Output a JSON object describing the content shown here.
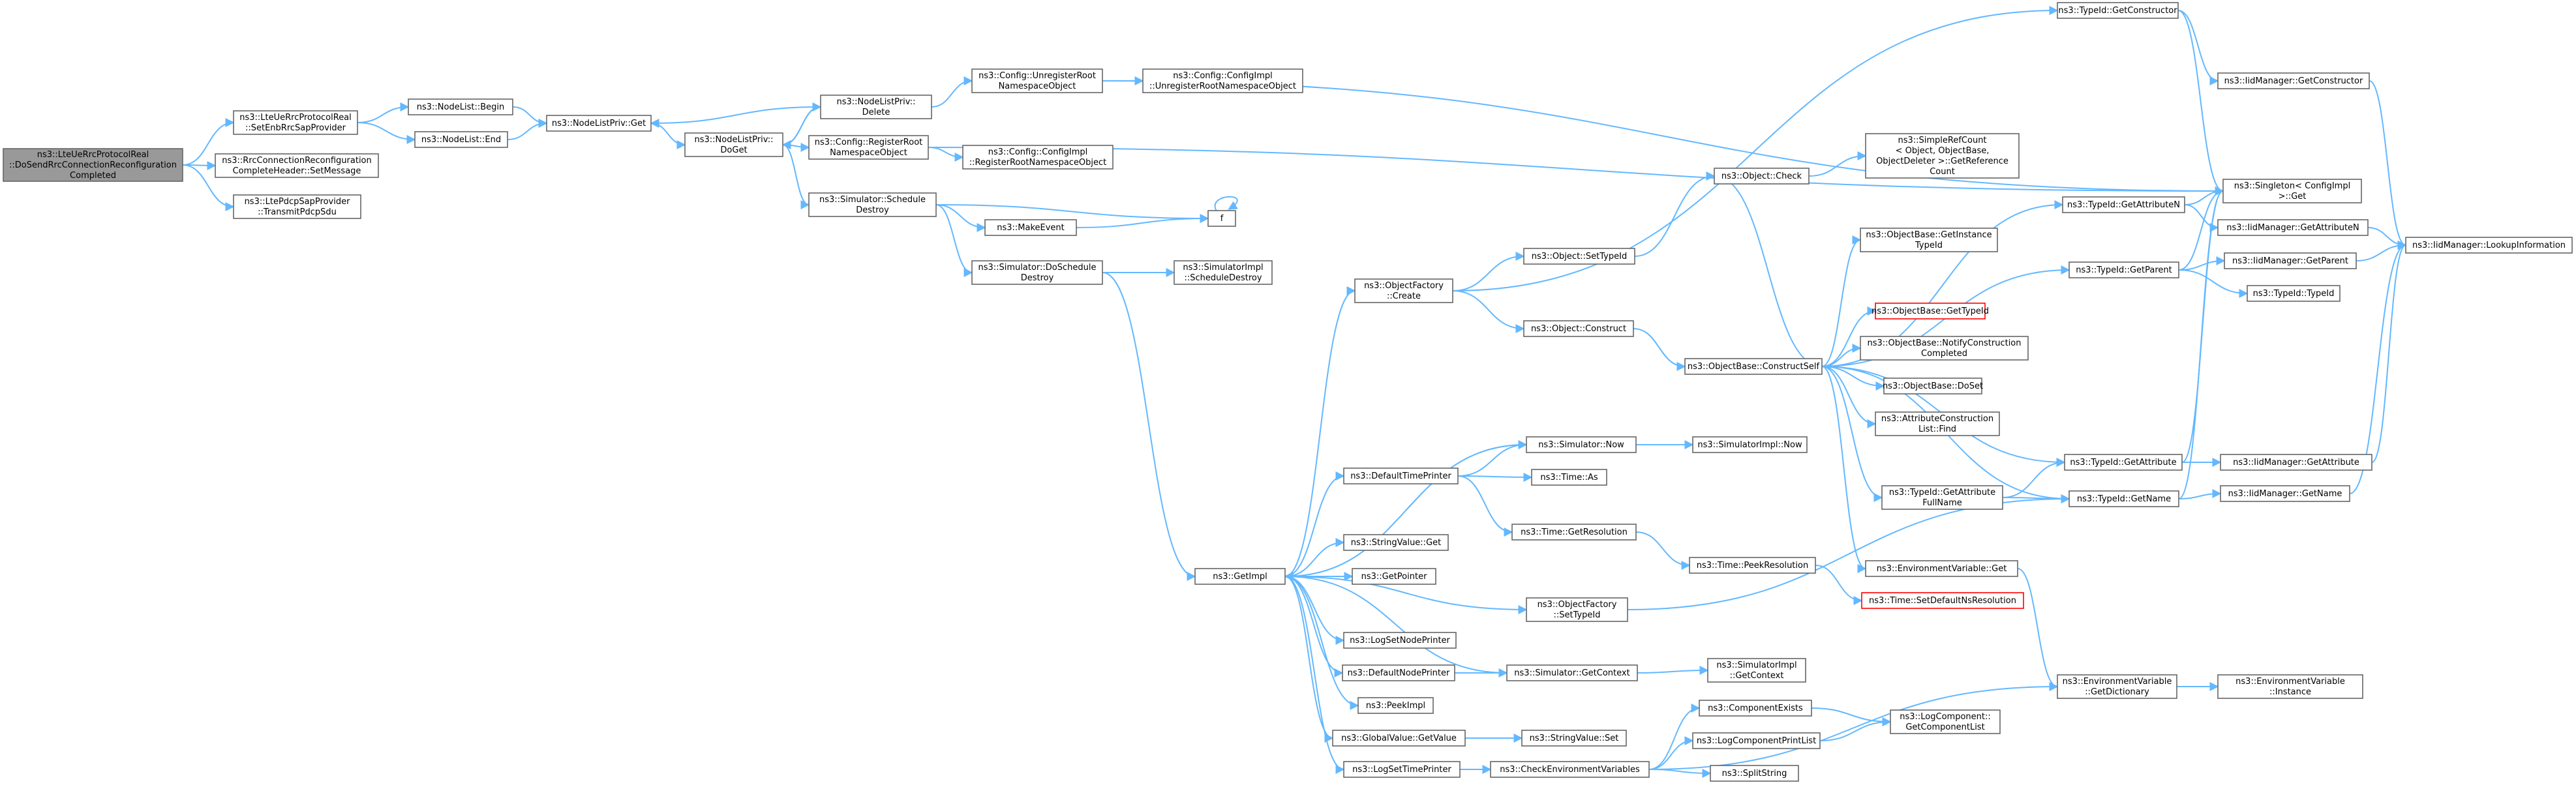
{
  "colors": {
    "edge": "#63b8ff",
    "root_fill": "#999999",
    "node_border": "#666666",
    "error_border": "#ff0000"
  },
  "nodes": [
    {
      "id": "root",
      "lines": [
        "ns3::LteUeRrcProtocolReal",
        "::DoSendRrcConnectionReconfiguration",
        "Completed"
      ],
      "style": "root"
    },
    {
      "id": "setEnb",
      "lines": [
        "ns3::LteUeRrcProtocolReal",
        "::SetEnbRrcSapProvider"
      ]
    },
    {
      "id": "rrcSetMsg",
      "lines": [
        "ns3::RrcConnectionReconfiguration",
        "CompleteHeader::SetMessage"
      ]
    },
    {
      "id": "transmitPdcp",
      "lines": [
        "ns3::LtePdcpSapProvider",
        "::TransmitPdcpSdu"
      ]
    },
    {
      "id": "nlBegin",
      "lines": [
        "ns3::NodeList::Begin"
      ]
    },
    {
      "id": "nlEnd",
      "lines": [
        "ns3::NodeList::End"
      ]
    },
    {
      "id": "nlpGet",
      "lines": [
        "ns3::NodeListPriv::Get"
      ]
    },
    {
      "id": "nlpDelete",
      "lines": [
        "ns3::NodeListPriv::",
        "Delete"
      ]
    },
    {
      "id": "nlpDoGet",
      "lines": [
        "ns3::NodeListPriv::",
        "DoGet"
      ]
    },
    {
      "id": "cfgUnreg",
      "lines": [
        "ns3::Config::UnregisterRoot",
        "NamespaceObject"
      ]
    },
    {
      "id": "cfgImplUnreg",
      "lines": [
        "ns3::Config::ConfigImpl",
        "::UnregisterRootNamespaceObject"
      ]
    },
    {
      "id": "cfgReg",
      "lines": [
        "ns3::Config::RegisterRoot",
        "NamespaceObject"
      ]
    },
    {
      "id": "cfgImplReg",
      "lines": [
        "ns3::Config::ConfigImpl",
        "::RegisterRootNamespaceObject"
      ]
    },
    {
      "id": "simSchedDestroy",
      "lines": [
        "ns3::Simulator::Schedule",
        "Destroy"
      ]
    },
    {
      "id": "makeEvent",
      "lines": [
        "ns3::MakeEvent"
      ]
    },
    {
      "id": "f",
      "lines": [
        "f"
      ]
    },
    {
      "id": "simDoSched",
      "lines": [
        "ns3::Simulator::DoSchedule",
        "Destroy"
      ]
    },
    {
      "id": "simImplSched",
      "lines": [
        "ns3::SimulatorImpl",
        "::ScheduleDestroy"
      ]
    },
    {
      "id": "getImpl",
      "lines": [
        "ns3::GetImpl"
      ]
    },
    {
      "id": "ofCreate",
      "lines": [
        "ns3::ObjectFactory",
        "::Create"
      ]
    },
    {
      "id": "objSetTypeId",
      "lines": [
        "ns3::Object::SetTypeId"
      ]
    },
    {
      "id": "objConstruct",
      "lines": [
        "ns3::Object::Construct"
      ]
    },
    {
      "id": "objCheck",
      "lines": [
        "ns3::Object::Check"
      ]
    },
    {
      "id": "simpleRef",
      "lines": [
        "ns3::SimpleRefCount",
        "< Object, ObjectBase,",
        "ObjectDeleter >::GetReference",
        "Count"
      ]
    },
    {
      "id": "obConstructSelf",
      "lines": [
        "ns3::ObjectBase::ConstructSelf"
      ]
    },
    {
      "id": "obGetInstance",
      "lines": [
        "ns3::ObjectBase::GetInstance",
        "TypeId"
      ]
    },
    {
      "id": "obGetTypeId",
      "lines": [
        "ns3::ObjectBase::GetTypeId"
      ],
      "style": "red"
    },
    {
      "id": "obNotify",
      "lines": [
        "ns3::ObjectBase::NotifyConstruction",
        "Completed"
      ]
    },
    {
      "id": "obDoSet",
      "lines": [
        "ns3::ObjectBase::DoSet"
      ]
    },
    {
      "id": "attrFind",
      "lines": [
        "ns3::AttributeConstruction",
        "List::Find"
      ]
    },
    {
      "id": "tidGetAttrFull",
      "lines": [
        "ns3::TypeId::GetAttribute",
        "FullName"
      ]
    },
    {
      "id": "envGet",
      "lines": [
        "ns3::EnvironmentVariable::Get"
      ]
    },
    {
      "id": "tidGetConstructor",
      "lines": [
        "ns3::TypeId::GetConstructor"
      ]
    },
    {
      "id": "tidGetAttrN",
      "lines": [
        "ns3::TypeId::GetAttributeN"
      ]
    },
    {
      "id": "tidGetParent",
      "lines": [
        "ns3::TypeId::GetParent"
      ]
    },
    {
      "id": "tidGetAttr",
      "lines": [
        "ns3::TypeId::GetAttribute"
      ]
    },
    {
      "id": "tidGetName",
      "lines": [
        "ns3::TypeId::GetName"
      ]
    },
    {
      "id": "envGetDict",
      "lines": [
        "ns3::EnvironmentVariable",
        "::GetDictionary"
      ]
    },
    {
      "id": "iidGetConstructor",
      "lines": [
        "ns3::IidManager::GetConstructor"
      ]
    },
    {
      "id": "singletonGet",
      "lines": [
        "ns3::Singleton< ConfigImpl",
        ">::Get"
      ]
    },
    {
      "id": "iidGetAttrN",
      "lines": [
        "ns3::IidManager::GetAttributeN"
      ]
    },
    {
      "id": "iidGetParent",
      "lines": [
        "ns3::IidManager::GetParent"
      ]
    },
    {
      "id": "tidTypeId",
      "lines": [
        "ns3::TypeId::TypeId"
      ]
    },
    {
      "id": "iidGetAttr",
      "lines": [
        "ns3::IidManager::GetAttribute"
      ]
    },
    {
      "id": "iidGetName",
      "lines": [
        "ns3::IidManager::GetName"
      ]
    },
    {
      "id": "envInstance",
      "lines": [
        "ns3::EnvironmentVariable",
        "::Instance"
      ]
    },
    {
      "id": "iidLookup",
      "lines": [
        "ns3::IidManager::LookupInformation"
      ]
    },
    {
      "id": "simNow",
      "lines": [
        "ns3::Simulator::Now"
      ]
    },
    {
      "id": "simImplNow",
      "lines": [
        "ns3::SimulatorImpl::Now"
      ]
    },
    {
      "id": "defTimePrinter",
      "lines": [
        "ns3::DefaultTimePrinter"
      ]
    },
    {
      "id": "timeAs",
      "lines": [
        "ns3::Time::As"
      ]
    },
    {
      "id": "timeGetRes",
      "lines": [
        "ns3::Time::GetResolution"
      ]
    },
    {
      "id": "timePeekRes",
      "lines": [
        "ns3::Time::PeekResolution"
      ]
    },
    {
      "id": "timeSetDefNs",
      "lines": [
        "ns3::Time::SetDefaultNsResolution"
      ],
      "style": "red"
    },
    {
      "id": "strValGet",
      "lines": [
        "ns3::StringValue::Get"
      ]
    },
    {
      "id": "getPointer",
      "lines": [
        "ns3::GetPointer"
      ]
    },
    {
      "id": "ofSetTypeId",
      "lines": [
        "ns3::ObjectFactory",
        "::SetTypeId"
      ]
    },
    {
      "id": "logSetNodePrinter",
      "lines": [
        "ns3::LogSetNodePrinter"
      ]
    },
    {
      "id": "defNodePrinter",
      "lines": [
        "ns3::DefaultNodePrinter"
      ]
    },
    {
      "id": "simGetContext",
      "lines": [
        "ns3::Simulator::GetContext"
      ]
    },
    {
      "id": "simImplGetContext",
      "lines": [
        "ns3::SimulatorImpl",
        "::GetContext"
      ]
    },
    {
      "id": "peekImpl",
      "lines": [
        "ns3::PeekImpl"
      ]
    },
    {
      "id": "gvGetValue",
      "lines": [
        "ns3::GlobalValue::GetValue"
      ]
    },
    {
      "id": "strValSet",
      "lines": [
        "ns3::StringValue::Set"
      ]
    },
    {
      "id": "logSetTimePrinter",
      "lines": [
        "ns3::LogSetTimePrinter"
      ]
    },
    {
      "id": "checkEnv",
      "lines": [
        "ns3::CheckEnvironmentVariables"
      ]
    },
    {
      "id": "compExists",
      "lines": [
        "ns3::ComponentExists"
      ]
    },
    {
      "id": "logCompPrintList",
      "lines": [
        "ns3::LogComponentPrintList"
      ]
    },
    {
      "id": "splitString",
      "lines": [
        "ns3::SplitString"
      ]
    },
    {
      "id": "logCompGetList",
      "lines": [
        "ns3::LogComponent::",
        "GetComponentList"
      ]
    }
  ],
  "edges": [
    [
      "root",
      "setEnb"
    ],
    [
      "root",
      "rrcSetMsg"
    ],
    [
      "root",
      "transmitPdcp"
    ],
    [
      "setEnb",
      "nlBegin"
    ],
    [
      "setEnb",
      "nlEnd"
    ],
    [
      "nlBegin",
      "nlpGet"
    ],
    [
      "nlEnd",
      "nlpGet"
    ],
    [
      "nlpGet",
      "nlpDoGet"
    ],
    [
      "nlpDelete",
      "nlpGet"
    ],
    [
      "nlpDelete",
      "nlpDoGet"
    ],
    [
      "nlpDoGet",
      "nlpDelete"
    ],
    [
      "nlpDelete",
      "cfgUnreg"
    ],
    [
      "cfgUnreg",
      "cfgImplUnreg"
    ],
    [
      "cfgUnreg",
      "singletonGet"
    ],
    [
      "nlpDoGet",
      "cfgReg"
    ],
    [
      "nlpDoGet",
      "simSchedDestroy"
    ],
    [
      "cfgReg",
      "cfgImplReg"
    ],
    [
      "cfgReg",
      "singletonGet"
    ],
    [
      "simSchedDestroy",
      "makeEvent"
    ],
    [
      "simSchedDestroy",
      "f"
    ],
    [
      "simSchedDestroy",
      "simDoSched"
    ],
    [
      "makeEvent",
      "f"
    ],
    [
      "f",
      "f"
    ],
    [
      "simDoSched",
      "simImplSched"
    ],
    [
      "simDoSched",
      "getImpl"
    ],
    [
      "getImpl",
      "ofCreate"
    ],
    [
      "getImpl",
      "simNow"
    ],
    [
      "getImpl",
      "defTimePrinter"
    ],
    [
      "getImpl",
      "strValGet"
    ],
    [
      "getImpl",
      "getPointer"
    ],
    [
      "getImpl",
      "ofSetTypeId"
    ],
    [
      "getImpl",
      "logSetNodePrinter"
    ],
    [
      "getImpl",
      "defNodePrinter"
    ],
    [
      "getImpl",
      "peekImpl"
    ],
    [
      "getImpl",
      "gvGetValue"
    ],
    [
      "getImpl",
      "logSetTimePrinter"
    ],
    [
      "ofCreate",
      "tidGetConstructor"
    ],
    [
      "ofCreate",
      "objSetTypeId"
    ],
    [
      "ofCreate",
      "objConstruct"
    ],
    [
      "objSetTypeId",
      "objCheck"
    ],
    [
      "objCheck",
      "simpleRef"
    ],
    [
      "objConstruct",
      "obConstructSelf"
    ],
    [
      "obConstructSelf",
      "objCheck"
    ],
    [
      "obConstructSelf",
      "obGetInstance"
    ],
    [
      "obConstructSelf",
      "obGetTypeId"
    ],
    [
      "obConstructSelf",
      "obNotify"
    ],
    [
      "obConstructSelf",
      "obDoSet"
    ],
    [
      "obConstructSelf",
      "attrFind"
    ],
    [
      "obConstructSelf",
      "tidGetAttrFull"
    ],
    [
      "obConstructSelf",
      "envGet"
    ],
    [
      "obConstructSelf",
      "tidGetAttrN"
    ],
    [
      "obConstructSelf",
      "tidGetParent"
    ],
    [
      "obConstructSelf",
      "tidGetAttr"
    ],
    [
      "obConstructSelf",
      "tidGetName"
    ],
    [
      "tidGetConstructor",
      "iidGetConstructor"
    ],
    [
      "tidGetConstructor",
      "singletonGet"
    ],
    [
      "iidGetConstructor",
      "iidLookup"
    ],
    [
      "tidGetAttrN",
      "singletonGet"
    ],
    [
      "tidGetAttrN",
      "iidGetAttrN"
    ],
    [
      "tidGetParent",
      "singletonGet"
    ],
    [
      "tidGetParent",
      "iidGetParent"
    ],
    [
      "tidGetParent",
      "tidTypeId"
    ],
    [
      "tidGetAttr",
      "singletonGet"
    ],
    [
      "tidGetAttr",
      "iidGetAttr"
    ],
    [
      "tidGetAttrFull",
      "tidGetAttr"
    ],
    [
      "tidGetAttrFull",
      "tidGetName"
    ],
    [
      "tidGetName",
      "singletonGet"
    ],
    [
      "tidGetName",
      "iidGetName"
    ],
    [
      "iidGetAttrN",
      "iidLookup"
    ],
    [
      "iidGetParent",
      "iidLookup"
    ],
    [
      "iidGetName",
      "iidLookup"
    ],
    [
      "iidGetAttr",
      "iidLookup"
    ],
    [
      "envGet",
      "envGetDict"
    ],
    [
      "envGetDict",
      "envInstance"
    ],
    [
      "simNow",
      "simImplNow"
    ],
    [
      "simNow",
      "getImpl"
    ],
    [
      "defTimePrinter",
      "simNow"
    ],
    [
      "defTimePrinter",
      "timeAs"
    ],
    [
      "defTimePrinter",
      "timeGetRes"
    ],
    [
      "timeGetRes",
      "timePeekRes"
    ],
    [
      "timePeekRes",
      "timeSetDefNs"
    ],
    [
      "ofSetTypeId",
      "tidGetName"
    ],
    [
      "defNodePrinter",
      "simGetContext"
    ],
    [
      "simGetContext",
      "simImplGetContext"
    ],
    [
      "simGetContext",
      "getImpl"
    ],
    [
      "gvGetValue",
      "strValSet"
    ],
    [
      "logSetTimePrinter",
      "checkEnv"
    ],
    [
      "checkEnv",
      "compExists"
    ],
    [
      "checkEnv",
      "logCompPrintList"
    ],
    [
      "checkEnv",
      "splitString"
    ],
    [
      "checkEnv",
      "envGetDict"
    ],
    [
      "compExists",
      "logCompGetList"
    ],
    [
      "logCompPrintList",
      "logCompGetList"
    ]
  ]
}
